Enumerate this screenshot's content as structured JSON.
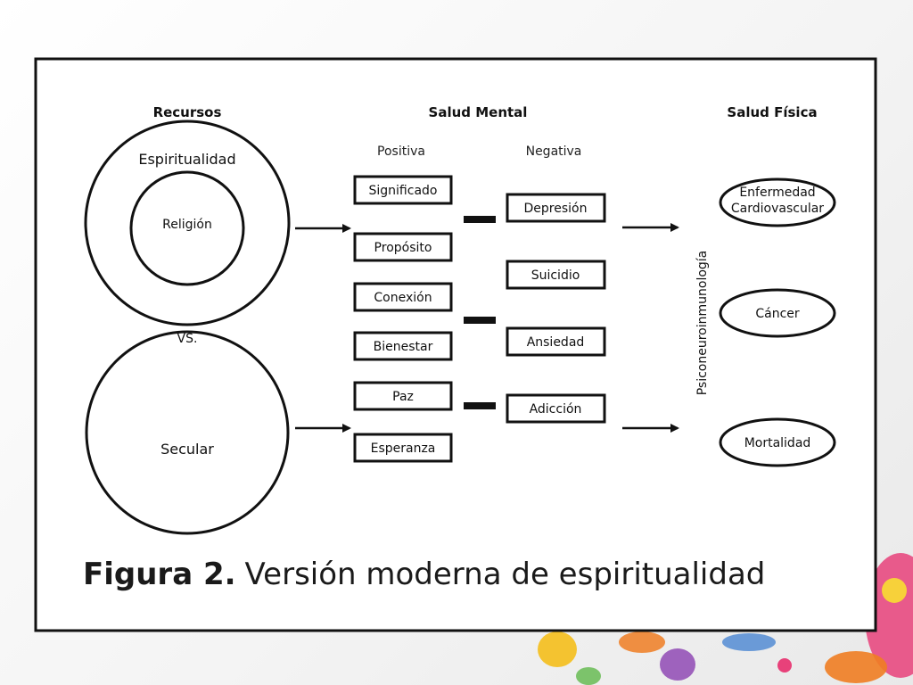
{
  "columns": {
    "recursos": "Recursos",
    "salud_mental": "Salud Mental",
    "salud_fisica": "Salud Física"
  },
  "subheaders": {
    "positiva": "Positiva",
    "negativa": "Negativa"
  },
  "resources": {
    "outer": "Espiritualidad",
    "inner": "Religión",
    "vs": "VS.",
    "secular": "Secular"
  },
  "positive": [
    "Significado",
    "Propósito",
    "Conexión",
    "Bienestar",
    "Paz",
    "Esperanza"
  ],
  "negative": [
    "Depresión",
    "Suicidio",
    "Ansiedad",
    "Adicción"
  ],
  "mediator": "Psiconeuroinmunología",
  "physical": [
    {
      "line1": "Enfermedad",
      "line2": "Cardiovascular"
    },
    {
      "line1": "Cáncer"
    },
    {
      "line1": "Mortalidad"
    }
  ],
  "caption": {
    "label": "Figura 2.",
    "text": "Versión moderna de espiritualidad"
  },
  "colors": {
    "frame": "#111111",
    "decor_pink": "#e8417a",
    "decor_yellow": "#f5b800",
    "decor_purple": "#8a3fb0",
    "decor_orange": "#ef7d22"
  }
}
